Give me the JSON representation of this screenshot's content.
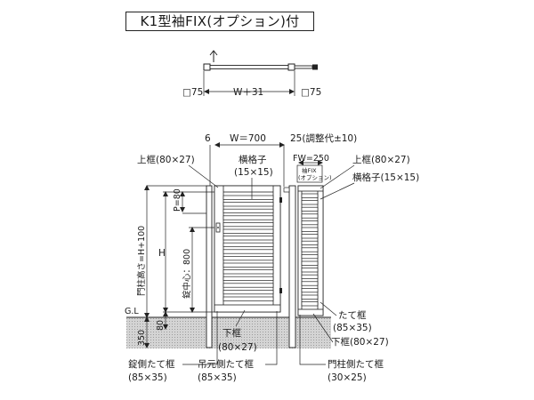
{
  "title": "K1型袖FIX(オプション)付",
  "plan_view": {
    "left_post": "□75",
    "width": "W＋31",
    "right_post": "□75"
  },
  "dimensions": {
    "gap_left": "6",
    "gate_width": "W＝700",
    "adjust": "25(調整代±10)",
    "fix_width": "FW=250",
    "post_height": "門柱高さ=H+100",
    "gate_height": "H",
    "p_value": "P=80",
    "lock_center": "錠中心：800",
    "gl": "G.L",
    "depth_350": "350",
    "depth_80": "80"
  },
  "labels": {
    "top_frame_left": "上框(80×27)",
    "lattice_left_1": "横格子",
    "lattice_left_2": "(15×15)",
    "fix_tag_1": "袖FIX",
    "fix_tag_2": "(オプション)",
    "top_frame_right": "上框(80×27)",
    "lattice_right": "横格子(15×15)",
    "vertical_frame_r_1": "たて框",
    "vertical_frame_r_2": "(85×35)",
    "bottom_frame_r": "下框(80×27)",
    "bottom_frame_1": "下框",
    "bottom_frame_2": "(80×27)",
    "lock_stile_1": "錠側たて框",
    "lock_stile_2": "(85×35)",
    "hinge_stile_1": "吊元側たて框",
    "hinge_stile_2": "(85×35)",
    "post_stile_1": "門柱側たて框",
    "post_stile_2": "(30×25)"
  }
}
